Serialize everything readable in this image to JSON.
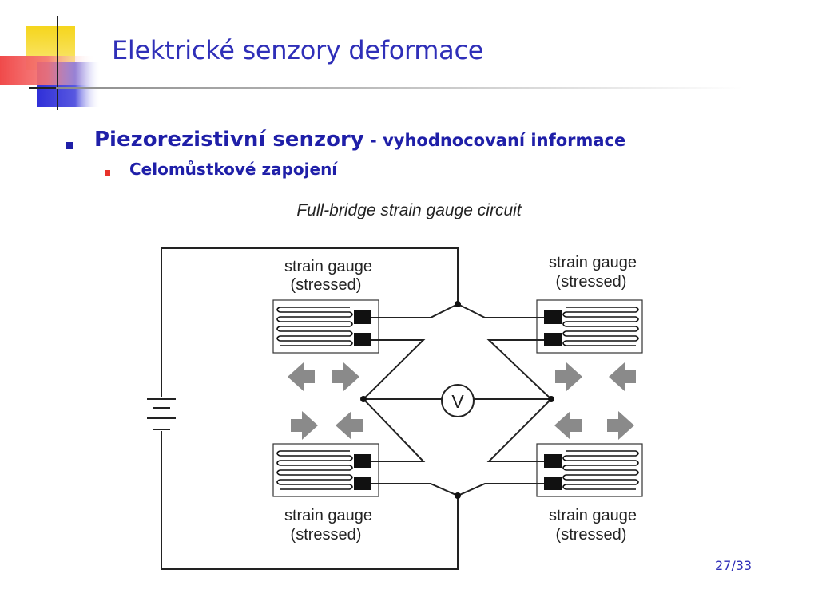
{
  "slide": {
    "title": "Elektrické senzory deformace",
    "bullet_main": "Piezorezistivní senzory",
    "bullet_main_suffix": " - vyhodnocovaní informace",
    "sub_bullet": "Celomůstkové zapojení",
    "page_number": "27/33"
  },
  "diagram": {
    "caption": "Full-bridge strain gauge circuit",
    "gauge_label_line1": "strain gauge",
    "gauge_label_line2": "(stressed)",
    "meter_symbol": "V"
  },
  "colors": {
    "title": "#2f2fb8",
    "bullet_text": "#1f1fa8",
    "sub_bullet_marker": "#e8322a",
    "decor_yellow": "#f5d51b",
    "decor_blue": "#2f2fd8",
    "decor_red": "#f04a4a",
    "arrow_gray": "#8a8a8a"
  }
}
